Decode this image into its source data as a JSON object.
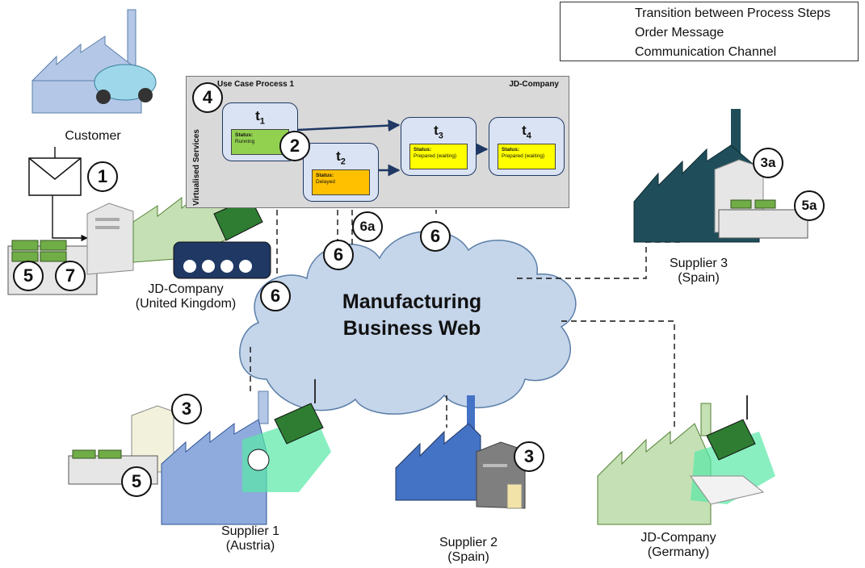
{
  "legend": {
    "transition": "Transition between Process Steps",
    "order": "Order Message",
    "channel": "Communication Channel"
  },
  "process": {
    "title": "Use Case Process 1",
    "company": "JD-Company",
    "virtualised": "Virtualised Services",
    "steps": [
      {
        "name": "t",
        "sub": "1",
        "status_label": "Status:",
        "status": "Running",
        "color": "#92d050"
      },
      {
        "name": "t",
        "sub": "2",
        "status_label": "Status:",
        "status": "Delayed",
        "color": "#ffc000"
      },
      {
        "name": "t",
        "sub": "3",
        "status_label": "Status:",
        "status": "Prepared (waiting)",
        "color": "#ffff00"
      },
      {
        "name": "t",
        "sub": "4",
        "status_label": "Status:",
        "status": "Prepared (waiting)",
        "color": "#ffff00"
      }
    ]
  },
  "cloud": {
    "line1": "Manufacturing",
    "line2": "Business Web"
  },
  "labels": {
    "customer": "Customer",
    "jd_uk_1": "JD-Company",
    "jd_uk_2": "(United Kingdom)",
    "supplier3_1": "Supplier 3",
    "supplier3_2": "(Spain)",
    "supplier1_1": "Supplier 1",
    "supplier1_2": "(Austria)",
    "supplier2_1": "Supplier 2",
    "supplier2_2": "(Spain)",
    "jd_de_1": "JD-Company",
    "jd_de_2": "(Germany)"
  },
  "markers": {
    "m1": "1",
    "m2": "2",
    "m3a": "3a",
    "m4": "4",
    "m5": "5",
    "m5a": "5a",
    "m7": "7",
    "m6": "6",
    "m6a": "6a",
    "m3": "3"
  },
  "colors": {
    "arrow": "#1f3864",
    "cloud": "#c5d5ea",
    "factory_blue": "#b4c7e7",
    "factory_green": "#c5e0b4",
    "factory_teal": "#1f4e5a",
    "factory_mid_blue": "#4472c4"
  }
}
